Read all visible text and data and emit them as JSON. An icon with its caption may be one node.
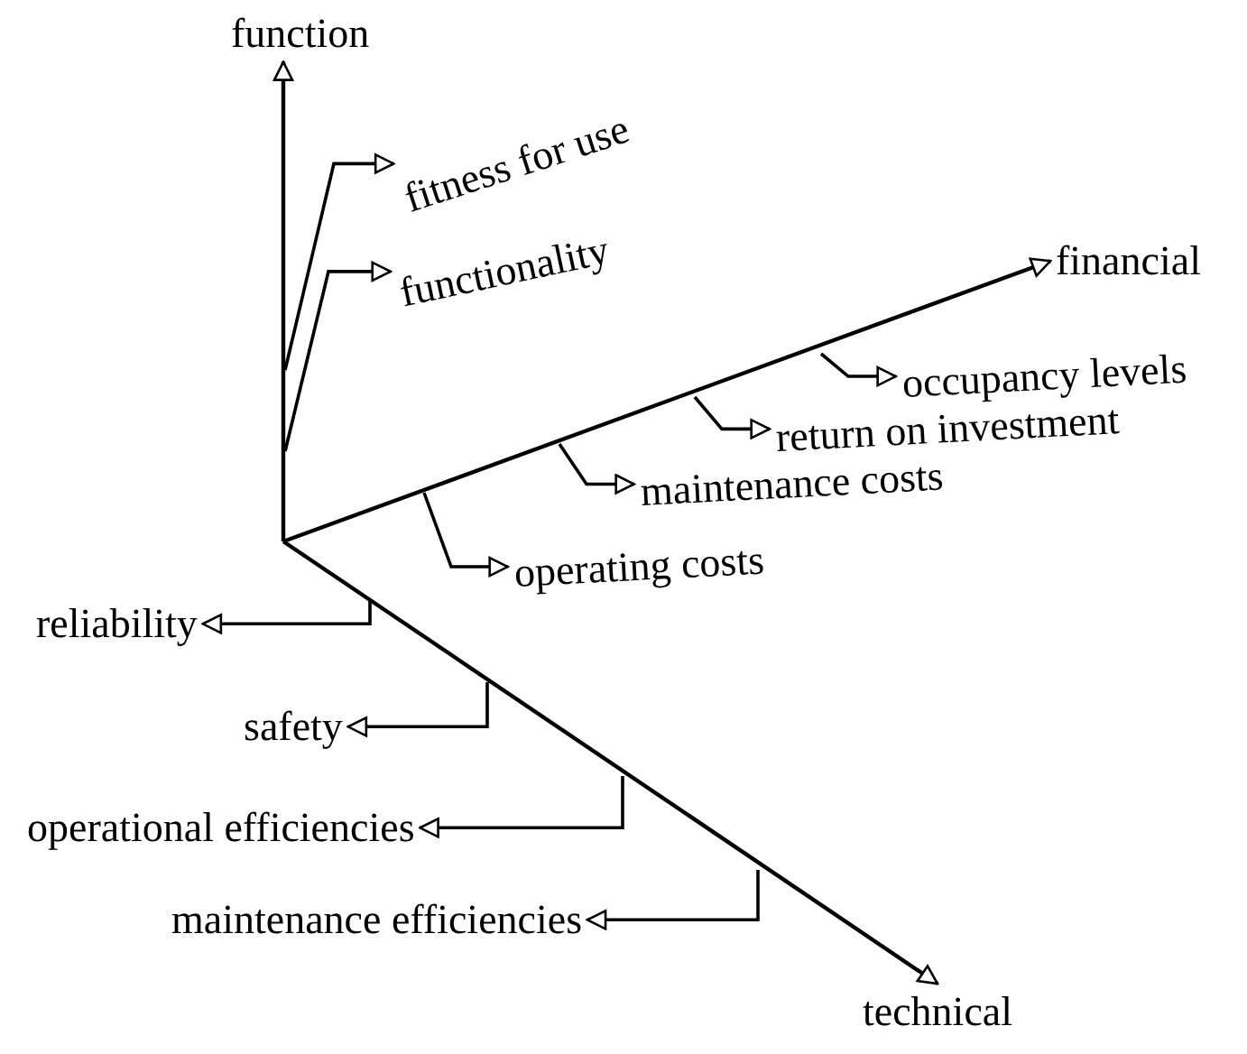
{
  "diagram": {
    "nodes": [
      {
        "text": [
          "function"
        ]
      },
      {
        "text": [
          "fitness for use"
        ]
      },
      {
        "text": [
          "functionality"
        ]
      },
      {
        "text": [
          "financial"
        ]
      },
      {
        "text": [
          "occupancy levels"
        ]
      },
      {
        "text": [
          "return on investment"
        ]
      },
      {
        "text": [
          "maintenance costs"
        ]
      },
      {
        "text": [
          "operating costs"
        ]
      },
      {
        "text": [
          "technical"
        ]
      },
      {
        "text": [
          "reliability"
        ]
      },
      {
        "text": [
          "safety"
        ]
      },
      {
        "text": [
          "operational efficiencies"
        ]
      },
      {
        "text": [
          "maintenance efficiencies"
        ]
      }
    ],
    "edges": [
      {
        "from": null,
        "to": 0,
        "arrow": "to"
      },
      {
        "from": null,
        "to": 3,
        "arrow": "to"
      },
      {
        "from": null,
        "to": 8,
        "arrow": "to"
      },
      {
        "from": null,
        "to": 1,
        "arrow": "to"
      },
      {
        "from": null,
        "to": 2,
        "arrow": "to"
      },
      {
        "from": null,
        "to": 4,
        "arrow": "to"
      },
      {
        "from": null,
        "to": 5,
        "arrow": "to"
      },
      {
        "from": null,
        "to": 6,
        "arrow": "to"
      },
      {
        "from": null,
        "to": 7,
        "arrow": "to"
      },
      {
        "from": null,
        "to": 9,
        "arrow": "to"
      },
      {
        "from": null,
        "to": 10,
        "arrow": "to"
      },
      {
        "from": null,
        "to": 11,
        "arrow": "to"
      },
      {
        "from": null,
        "to": 12,
        "arrow": "to"
      }
    ]
  }
}
